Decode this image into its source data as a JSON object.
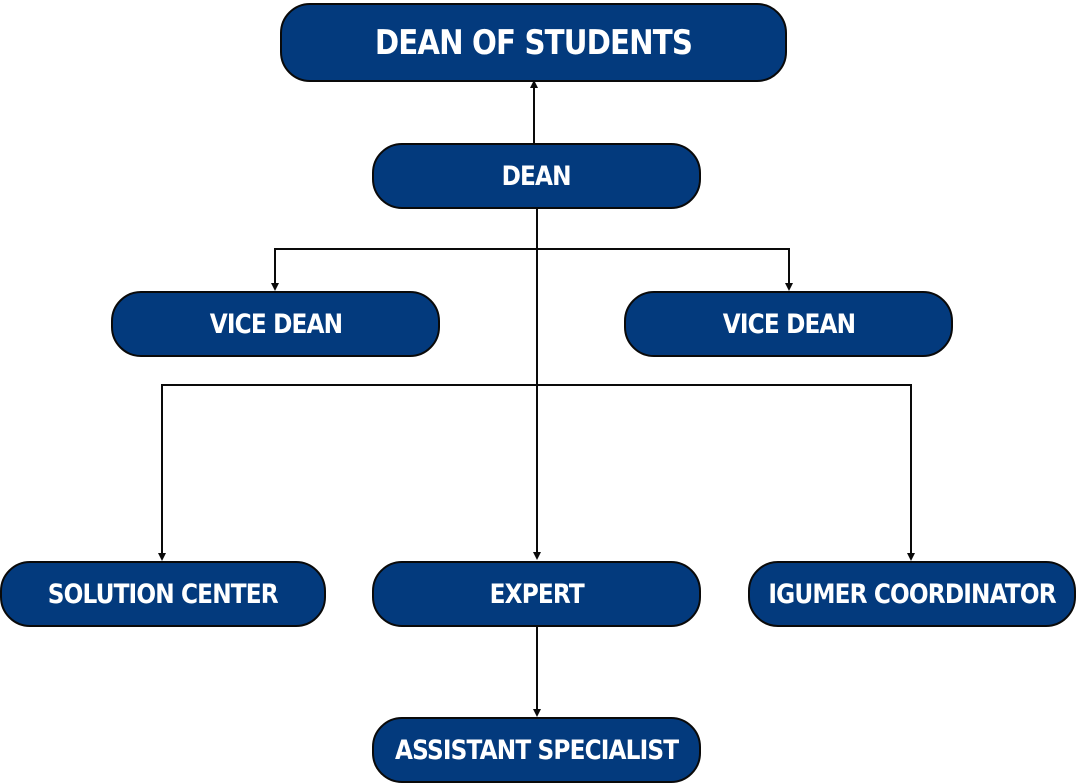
{
  "nodes": {
    "top": "DEAN OF STUDENTS",
    "dean": "DEAN",
    "vice_dean_left": "VICE DEAN",
    "vice_dean_right": "VICE DEAN",
    "solution_center": "SOLUTION CENTER",
    "expert": "EXPERT",
    "igumer_coordinator": "IGUMER COORDINATOR",
    "assistant_specialist": "ASSISTANT SPECIALIST"
  },
  "colors": {
    "node_fill": "#033a7d",
    "node_text": "#ffffff",
    "line": "#0a0a0a"
  }
}
